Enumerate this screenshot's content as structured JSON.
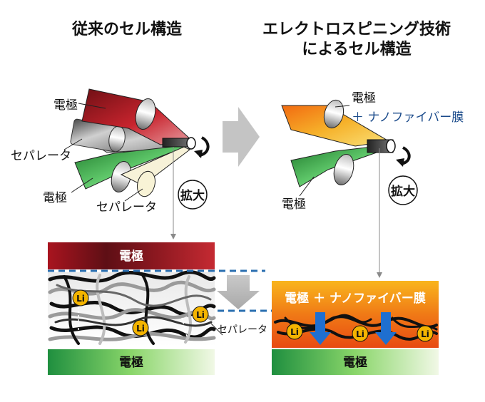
{
  "titles": {
    "left": "従来のセル構造",
    "right_line1": "エレクトロスピニング技術",
    "right_line2": "によるセル構造"
  },
  "left_rolls": {
    "electrode_top": "電極",
    "separator_left": "セパレータ",
    "electrode_bottom": "電極",
    "separator_bottom": "セパレータ",
    "magnify": "拡大"
  },
  "right_rolls": {
    "electrode": "電極",
    "nanofiber": "＋ ナノファイバー膜",
    "electrode_bottom": "電極",
    "magnify": "拡大"
  },
  "left_cell": {
    "top_electrode": "電極",
    "bottom_electrode": "電極",
    "separator_label": "セパレータ",
    "ion": "Li"
  },
  "right_cell": {
    "top_label": "電極 ＋ ナノファイバー膜",
    "bottom_electrode": "電極",
    "ion": "Li"
  },
  "colors": {
    "electrode_red": "#b0202a",
    "electrode_green": "#3aa94a",
    "nanofiber_orange": "#f08a1a",
    "dashed_line": "#2a6fb0",
    "arrow_blue": "#1f6fd0",
    "li_ion": "#f4b400",
    "connector_gray": "#b8b8b8"
  }
}
